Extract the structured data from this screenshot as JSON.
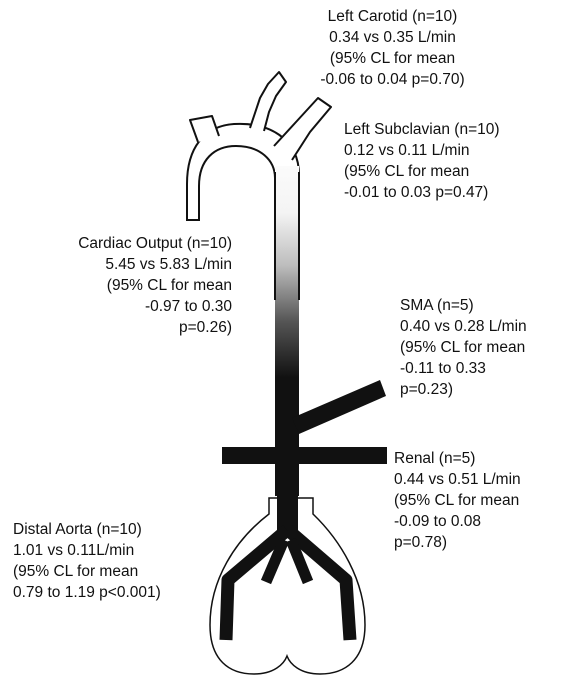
{
  "colors": {
    "vessel_dark": "#111111",
    "vessel_light": "#ffffff",
    "text": "#111111"
  },
  "labels": {
    "left_carotid": [
      "Left Carotid (n=10)",
      "0.34 vs 0.35 L/min",
      "(95% CL for mean",
      "-0.06 to 0.04 p=0.70)"
    ],
    "left_subclavian": [
      "Left Subclavian (n=10)",
      "0.12 vs 0.11 L/min",
      "(95% CL for mean",
      "-0.01 to 0.03 p=0.47)"
    ],
    "cardiac_output": [
      "Cardiac Output (n=10)",
      "5.45 vs 5.83 L/min",
      "(95% CL for mean",
      "-0.97 to 0.30",
      "p=0.26)"
    ],
    "sma": [
      "SMA (n=5)",
      "0.40 vs 0.28 L/min",
      "(95% CL for mean",
      "-0.11 to 0.33",
      "p=0.23)"
    ],
    "renal": [
      "Renal (n=5)",
      "0.44 vs 0.51 L/min",
      "(95% CL for mean",
      "-0.09 to 0.08",
      "p=0.78)"
    ],
    "distal_aorta": [
      "Distal Aorta (n=10)",
      "1.01 vs 0.11L/min",
      "(95% CL for mean",
      "0.79 to 1.19 p<0.001)"
    ]
  }
}
